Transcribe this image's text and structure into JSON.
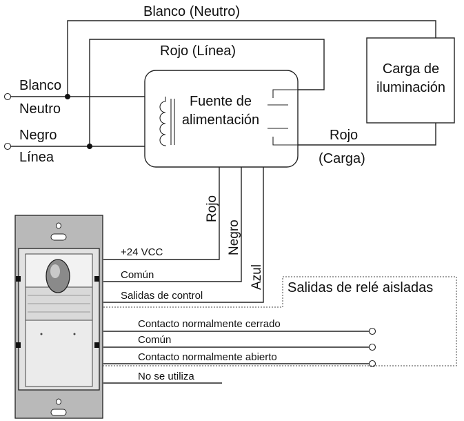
{
  "wires": {
    "white_neutral": "Blanco (Neutro)",
    "red_line": "Rojo (Línea)",
    "red_load_1": "Rojo",
    "red_load_2": "(Carga)"
  },
  "terminals": {
    "white": "Blanco",
    "neutral": "Neutro",
    "black": "Negro",
    "line": "Línea"
  },
  "power_supply": {
    "line1": "Fuente de",
    "line2": "alimentación"
  },
  "load": {
    "line1": "Carga de",
    "line2": "iluminación"
  },
  "control_wires": {
    "red": "Rojo",
    "black": "Negro",
    "blue": "Azul"
  },
  "sensor_outputs": {
    "plus24": "+24 VCC",
    "common": "Común",
    "control": "Salidas de control"
  },
  "relay": {
    "title": "Salidas de relé aisladas",
    "nc": "Contacto normalmente cerrado",
    "common": "Común",
    "no": "Contacto normalmente abierto",
    "unused": "No se utiliza"
  }
}
